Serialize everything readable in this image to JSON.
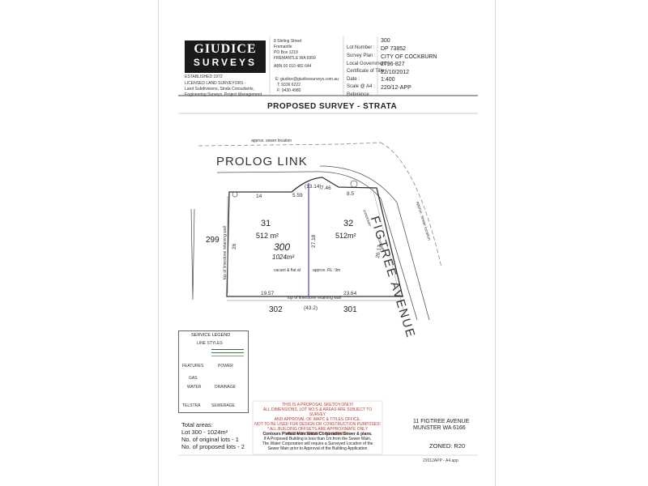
{
  "logo": {
    "line1": "GIUDICE",
    "line2": "SURVEYS",
    "established": "ESTABLISHED 1972"
  },
  "contact": {
    "address_lines": [
      "8 Stirling Street",
      "Fremantle",
      "PO Box 1219",
      "FREMANTLE WA 6959"
    ],
    "abn": "ABN 00 010 482 644",
    "services_lines": [
      "LICENSED LAND SURVEYORS -",
      "Land Subdivisions, Strata Consultants,",
      "Engineering Surveys, Project Management"
    ],
    "email": "E: giudice@giudicesurveys.com.au",
    "phone": "T: 9336 6222",
    "fax": "F: 9430 4980"
  },
  "info": [
    {
      "label": "Lot Number :",
      "value": "300"
    },
    {
      "label": "Survey Plan :",
      "value": "DP 73852"
    },
    {
      "label": "Local Government :",
      "value": "CITY OF COCKBURN"
    },
    {
      "label": "Certificate of Title :",
      "value": "2796-827"
    },
    {
      "label": "Date :",
      "value": "22/10/2012"
    },
    {
      "label": "Scale @ A4 :",
      "value": "1:400"
    },
    {
      "label": "Reference :",
      "value": "220/12-APP"
    }
  ],
  "title": "PROPOSED SURVEY - STRATA",
  "plan": {
    "street_top": "PROLOG LINK",
    "street_right": "FIGTREE AVENUE",
    "sewer_top": "approx. sewer location",
    "sewer_right": "approx. sewer location",
    "lot31_num": "31",
    "lot31_area": "512 m²",
    "lot32_num": "32",
    "lot32_area": "512m²",
    "lot300_num": "300",
    "lot300_area": "1024m²",
    "vacant_note": "vacant & flat at",
    "rl_note": "approx. RL: 9m",
    "dims": {
      "d14": "14",
      "d559": "5.59",
      "d1314": "(13.14)",
      "d746": "7.46",
      "d85": "8.5",
      "d26": "26",
      "d2718": "27.18",
      "d2617": "26.17",
      "d1957": "19.57",
      "d2364": "23.64",
      "d432": "(43.2)"
    },
    "wall_left": "top of limestone retaining wall",
    "wall_bottom": "top of limestone retaining wall",
    "crossover": "crossover",
    "footpath": "footpath",
    "lot299": "299",
    "lot302": "302",
    "lot301": "301"
  },
  "legend": {
    "title": "SERVICE LEGEND",
    "line_styles": "LINE STYLES",
    "features": "FEATURES",
    "power": "POWER",
    "gas": "GAS",
    "water": "WATER",
    "drainage": "DRAINAGE",
    "telstra": "TELSTRA",
    "sewerage": "SEWERAGE"
  },
  "notes": {
    "red_lines": [
      "THIS IS A PROPOSAL SKETCH ONLY!",
      "ALL DIMENSIONS, LOT NO.S & AREAS ARE SUBJECT TO SURVEY",
      "AND APPROVAL OF WAPC & TITLES OFFICE.",
      "NOT TO BE USED FOR DESIGN OR CONSTRUCTION PURPOSES!",
      "",
      "* ALL BUILDING OFFSETS ARE APPROXIMATE ONLY",
      "AND ARE SUBJECT TO SURVEY."
    ],
    "black_lines": [
      "Contours Plotted from Water Corporation Sewer & plans.",
      "If A Proposed Building is less than 1m from the Sewer Main,",
      "The Water Corporation will require a Surveyed Location of the",
      "Sewer Main prior to Approval of the Building Application"
    ]
  },
  "totals": {
    "heading": "Total areas:",
    "lot": "Lot 300 - 1024m²",
    "original": "No. of original lots - 1",
    "proposed": "No. of proposed lots - 2"
  },
  "address": {
    "line1": "11 FIGTREE AVENUE",
    "line2": "MUNSTER  WA  6166",
    "zoned": "ZONED: R20"
  },
  "footer_ref": "22012APP - A4.app"
}
